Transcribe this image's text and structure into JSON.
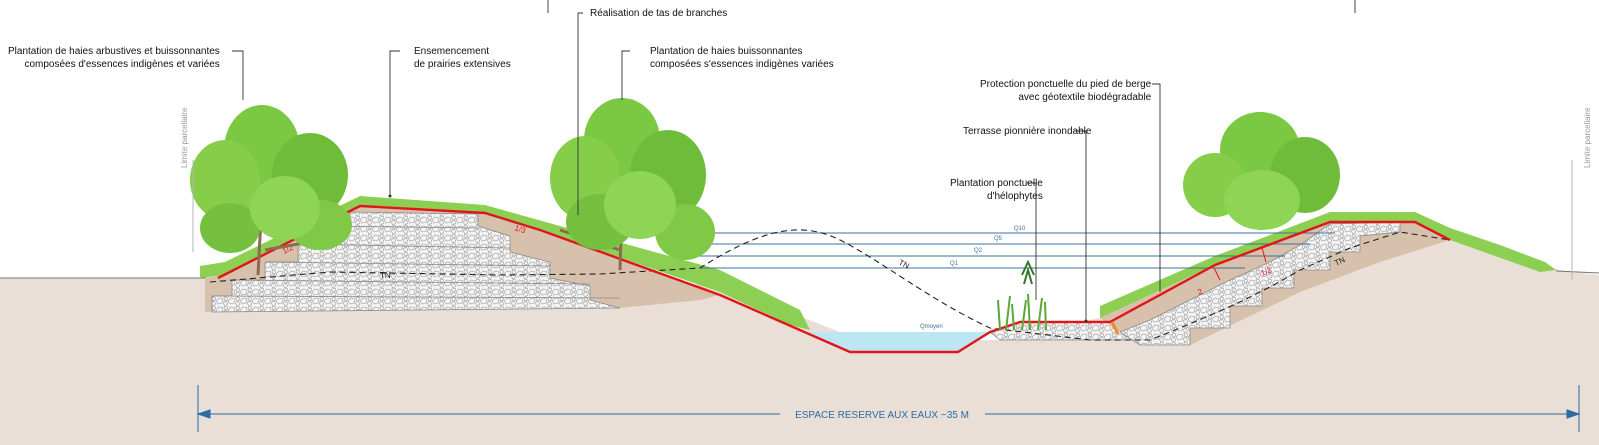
{
  "annotations": {
    "haies_arbustives": [
      "Plantation de haies arbustives et buissonnantes",
      "composées d'essences indigènes et variées"
    ],
    "ensemencement": [
      "Ensemencement",
      "de prairies extensives"
    ],
    "tas_branches": "Réalisation de tas de branches",
    "haies_buissonnantes": [
      "Plantation de haies buissonnantes",
      "composées s'essences indigènes variées"
    ],
    "protection_berge": [
      "Protection ponctuelle du pied de berge",
      "avec géotextile biodégradable"
    ],
    "terrasse": "Terrasse pionnière inondable",
    "helophytes": [
      "Plantation ponctuelle",
      "d'hélophytes"
    ]
  },
  "boundary_label": "Limite parcellaire",
  "slopes": {
    "left": "1/2",
    "middle": "1/3",
    "right": "1/2",
    "right_small": "2"
  },
  "ground_label": "TN",
  "water_level_labels": [
    "Q10",
    "Q5",
    "Q2",
    "Q1"
  ],
  "qmoyen_label": "Qmoyen",
  "dimension_label": "ESPACE RESERVE AUX EAUX ~35 M",
  "colors": {
    "soil": "#e9dfd6",
    "embankment": "#d7c1ad",
    "grass": "#8ccf52",
    "profile_line": "#e0161b",
    "water": "#bde6f3",
    "water_lines": "#3f6f9f",
    "dimension_line": "#2c6ba3"
  }
}
